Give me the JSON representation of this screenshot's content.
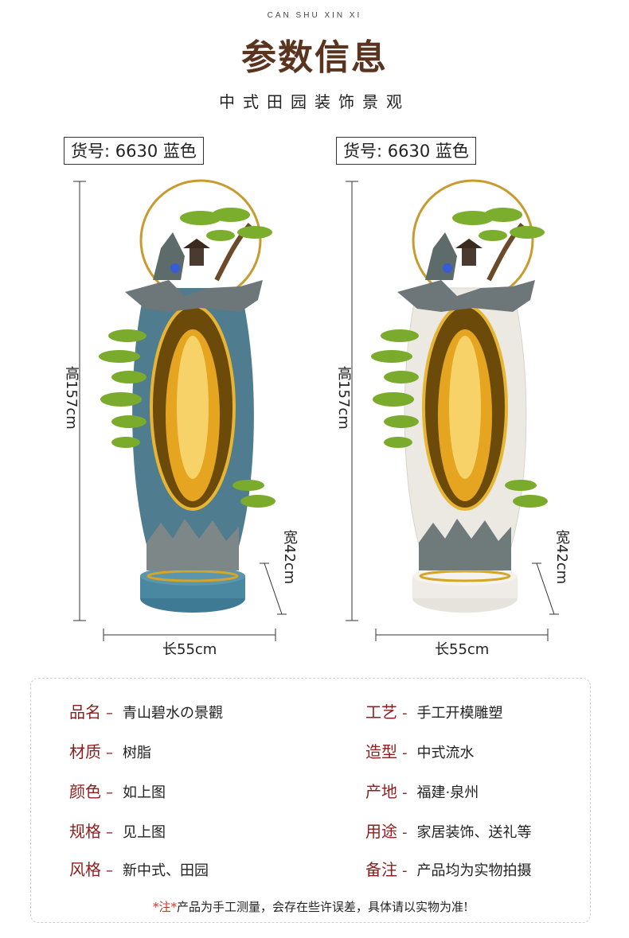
{
  "header": {
    "pinyin": "CAN SHU XIN XI",
    "title": "参数信息",
    "subtitle": "中式田园装饰景观"
  },
  "products": [
    {
      "code": "货号: 6630 蓝色",
      "height_label": "高157cm",
      "width_label": "宽42cm",
      "length_label": "长55cm",
      "body_color": "#4f7c8e"
    },
    {
      "code": "货号: 6630 蓝色",
      "height_label": "高157cm",
      "width_label": "宽42cm",
      "length_label": "长55cm",
      "body_color": "#ece9e3"
    }
  ],
  "specs": {
    "left": [
      {
        "key": "品名",
        "sep": "–",
        "value": "青山碧水の景觀"
      },
      {
        "key": "材质",
        "sep": "–",
        "value": "树脂"
      },
      {
        "key": "颜色",
        "sep": "–",
        "value": "如上图"
      },
      {
        "key": "规格",
        "sep": "–",
        "value": "见上图"
      },
      {
        "key": "风格",
        "sep": "–",
        "value": "新中式、田园"
      }
    ],
    "right": [
      {
        "key": "工艺",
        "sep": "-",
        "value": "手工开模雕塑"
      },
      {
        "key": "造型",
        "sep": "-",
        "value": "中式流水"
      },
      {
        "key": "产地",
        "sep": "-",
        "value": "福建·泉州"
      },
      {
        "key": "用途",
        "sep": "-",
        "value": "家居装饰、送礼等"
      },
      {
        "key": "备注",
        "sep": "-",
        "value": "产品均为实物拍摄"
      }
    ]
  },
  "note": {
    "star": "*注*",
    "text": "产品为手工测量，会存在些许误差，具体请以实物为准!"
  },
  "colors": {
    "title": "#5b3420",
    "label": "#8b1e1e",
    "gold": "#d4a526",
    "foliage": "#7cae2e"
  }
}
